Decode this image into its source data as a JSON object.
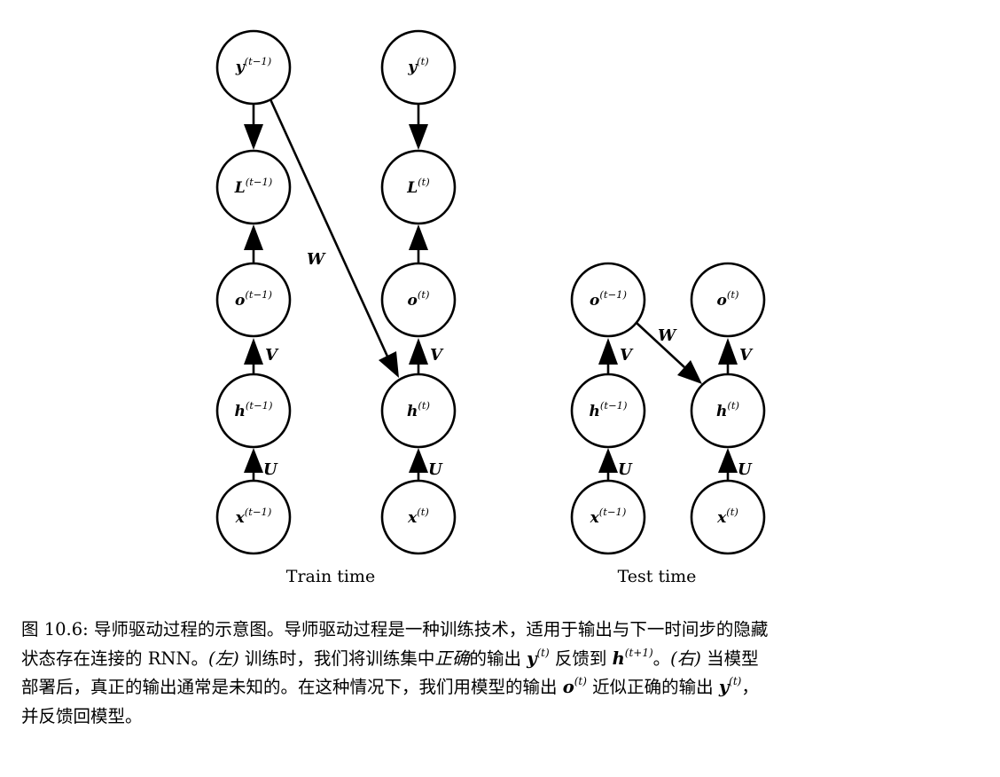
{
  "figure": {
    "panels": [
      {
        "label": "Train time"
      },
      {
        "label": "Test time"
      }
    ],
    "train": {
      "nodes": [
        {
          "id": "y_prev",
          "base": "y",
          "sup": "(t−1)"
        },
        {
          "id": "y_cur",
          "base": "y",
          "sup": "(t)"
        },
        {
          "id": "L_prev",
          "base": "L",
          "sup": "(t−1)"
        },
        {
          "id": "L_cur",
          "base": "L",
          "sup": "(t)"
        },
        {
          "id": "o_prev",
          "base": "o",
          "sup": "(t−1)"
        },
        {
          "id": "o_cur",
          "base": "o",
          "sup": "(t)"
        },
        {
          "id": "h_prev",
          "base": "h",
          "sup": "(t−1)"
        },
        {
          "id": "h_cur",
          "base": "h",
          "sup": "(t)"
        },
        {
          "id": "x_prev",
          "base": "x",
          "sup": "(t−1)"
        },
        {
          "id": "x_cur",
          "base": "x",
          "sup": "(t)"
        }
      ],
      "edge_labels": {
        "W": "W",
        "V": "V",
        "U": "U"
      }
    },
    "test": {
      "nodes": [
        {
          "id": "o_prev",
          "base": "o",
          "sup": "(t−1)"
        },
        {
          "id": "o_cur",
          "base": "o",
          "sup": "(t)"
        },
        {
          "id": "h_prev",
          "base": "h",
          "sup": "(t−1)"
        },
        {
          "id": "h_cur",
          "base": "h",
          "sup": "(t)"
        },
        {
          "id": "x_prev",
          "base": "x",
          "sup": "(t−1)"
        },
        {
          "id": "x_cur",
          "base": "x",
          "sup": "(t)"
        }
      ],
      "edge_labels": {
        "W": "W",
        "V": "V",
        "U": "U"
      }
    }
  },
  "caption": {
    "line1": "图 10.6: 导师驱动过程的示意图。导师驱动过程是一种训练技术，适用于输出与下一时间步的隐藏",
    "line2_a": "状态存在连接的 RNN。",
    "line2_left": "(左)",
    "line2_b": " 训练时，我们将训练集中",
    "line2_correct": "正确",
    "line2_c": "的输出 ",
    "line2_y": "y",
    "line2_y_sup": "(t)",
    "line2_d": " 反馈到 ",
    "line2_h": "h",
    "line2_h_sup": "(t+1)",
    "line2_e": "。",
    "line2_right": "(右)",
    "line2_f": " 当模型",
    "line3_a": "部署后，真正的输出通常是未知的。在这种情况下，我们用模型的输出 ",
    "line3_o": "o",
    "line3_o_sup": "(t)",
    "line3_b": " 近似正确的输出 ",
    "line3_y": "y",
    "line3_y_sup": "(t)",
    "line3_c": "，",
    "line4": "并反馈回模型。"
  }
}
